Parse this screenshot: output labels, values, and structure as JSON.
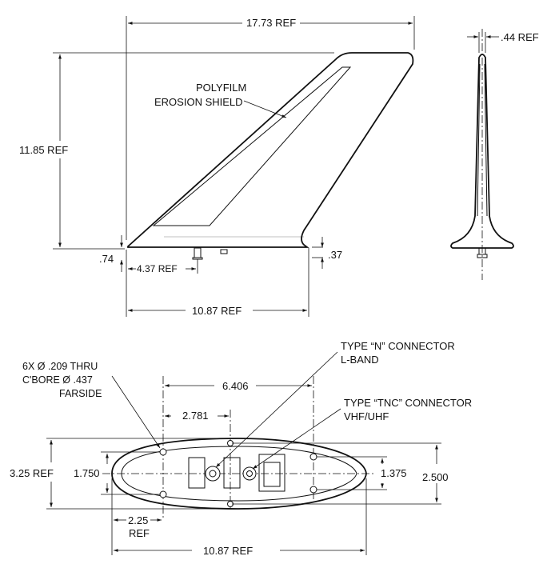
{
  "side_view": {
    "width_ref": "17.73 REF",
    "height_ref": "11.85 REF",
    "shield_label_line1": "POLYFILM",
    "shield_label_line2": "EROSION SHIELD",
    "base_rise": ".74",
    "connector_offset": "4.37 REF",
    "base_length_ref": "10.87 REF",
    "foot_height": ".37"
  },
  "end_view": {
    "tip_thickness": ".44 REF"
  },
  "bottom_view": {
    "hole_note_line1": "6X Ø .209 THRU",
    "hole_note_line2": "C'BORE Ø .437",
    "hole_note_line3": "FARSIDE",
    "n_connector_line1": "TYPE “N” CONNECTOR",
    "n_connector_line2": "L-BAND",
    "tnc_connector_line1": "TYPE “TNC” CONNECTOR",
    "tnc_connector_line2": "VHF/UHF",
    "hole_span_outer": "6.406",
    "hole_span_inner": "2.781",
    "overall_width_ref": "3.25 REF",
    "inner_hole_spacing_left": "1.750",
    "inner_hole_spacing_right": "1.375",
    "outer_hole_spacing": "2.500",
    "end_offset_line1": "2.25",
    "end_offset_line2": "REF",
    "overall_length_ref": "10.87 REF"
  }
}
